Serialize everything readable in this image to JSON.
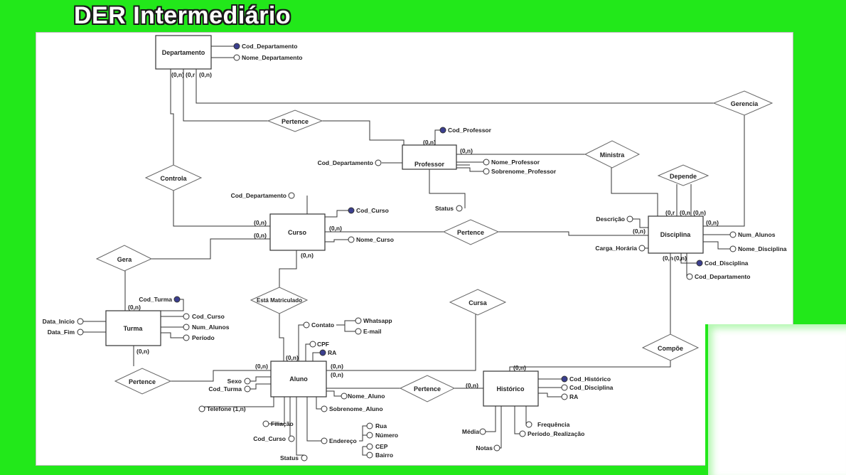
{
  "title": "DER Intermediário",
  "entities": {
    "departamento": "Departamento",
    "professor": "Professor",
    "curso": "Curso",
    "disciplina": "Disciplina",
    "turma": "Turma",
    "aluno": "Aluno",
    "historico": "Histórico"
  },
  "relationships": {
    "pertence_dep": "Pertence",
    "gerencia": "Gerencia",
    "controla": "Controla",
    "ministra": "Ministra",
    "depende": "Depende",
    "pertence_curso": "Pertence",
    "gera": "Gera",
    "esta_matriculado": "Está Matriculado",
    "cursa": "Cursa",
    "compoe": "Compõe",
    "pertence_turma": "Pertence",
    "pertence_hist": "Pertence"
  },
  "attributes": {
    "cod_departamento": "Cod_Departamento",
    "nome_departamento": "Nome_Departamento",
    "cod_professor": "Cod_Professor",
    "prof_cod_departamento": "Cod_Departamento",
    "nome_professor": "Nome_Professor",
    "sobrenome_professor": "Sobrenome_Professor",
    "prof_status": "Status",
    "curso_cod_departamento": "Cod_Departamento",
    "cod_curso": "Cod_Curso",
    "nome_curso": "Nome_Curso",
    "descricao": "Descrição",
    "carga_horaria": "Carga_Horária",
    "num_alunos_disc": "Num_Alunos",
    "nome_disciplina": "Nome_Disciplina",
    "cod_disciplina": "Cod_Disciplina",
    "disc_cod_departamento": "Cod_Departamento",
    "cod_turma": "Cod_Turma",
    "data_inicio": "Data_Inicio",
    "data_fim": "Data_Fim",
    "turma_cod_curso": "Cod_Curso",
    "turma_num_alunos": "Num_Alunos",
    "periodo": "Período",
    "contato": "Contato",
    "whatsapp": "Whatsapp",
    "email": "E-mail",
    "cpf": "CPF",
    "ra": "RA",
    "sexo": "Sexo",
    "aluno_cod_turma": "Cod_Turma",
    "telefone": "Telefone (1,n)",
    "nome_aluno": "Nome_Aluno",
    "sobrenome_aluno": "Sobrenome_Aluno",
    "filiacao": "Filiação",
    "aluno_cod_curso": "Cod_Curso",
    "aluno_status": "Status",
    "endereco": "Endereço",
    "rua": "Rua",
    "numero": "Número",
    "cep": "CEP",
    "bairro": "Bairro",
    "cod_historico": "Cod_Histórico",
    "hist_cod_disciplina": "Cod_Disciplina",
    "hist_ra": "RA",
    "media": "Média",
    "frequencia": "Frequência",
    "periodo_realizacao": "Período_Realização",
    "notas": "Notas"
  },
  "cardinalities": {
    "dep_1": "(0,n)",
    "dep_2": "(0,r",
    "dep_3": "(0,n)",
    "prof_top": "(0,n)",
    "prof_right": "(0,n)",
    "curso_left1": "(0,n)",
    "curso_left2": "(0,n)",
    "curso_right": "(0,n)",
    "curso_bottom": "(0,n)",
    "disc_top1": "(0,r",
    "disc_top2": "(0,n",
    "disc_top3": "(0,n)",
    "disc_right": "(0,n)",
    "disc_left": "(0,n)",
    "disc_bottom1": "(0,n",
    "disc_bottom2": "(0,n)",
    "turma_top": "(0,n)",
    "turma_bottom": "(0,n)",
    "aluno_top": "(0,n)",
    "aluno_left": "(0,n)",
    "aluno_right1": "(0,n)",
    "aluno_right2": "(0,n)",
    "hist_left": "(0,n)",
    "hist_top": "(0,n)"
  }
}
